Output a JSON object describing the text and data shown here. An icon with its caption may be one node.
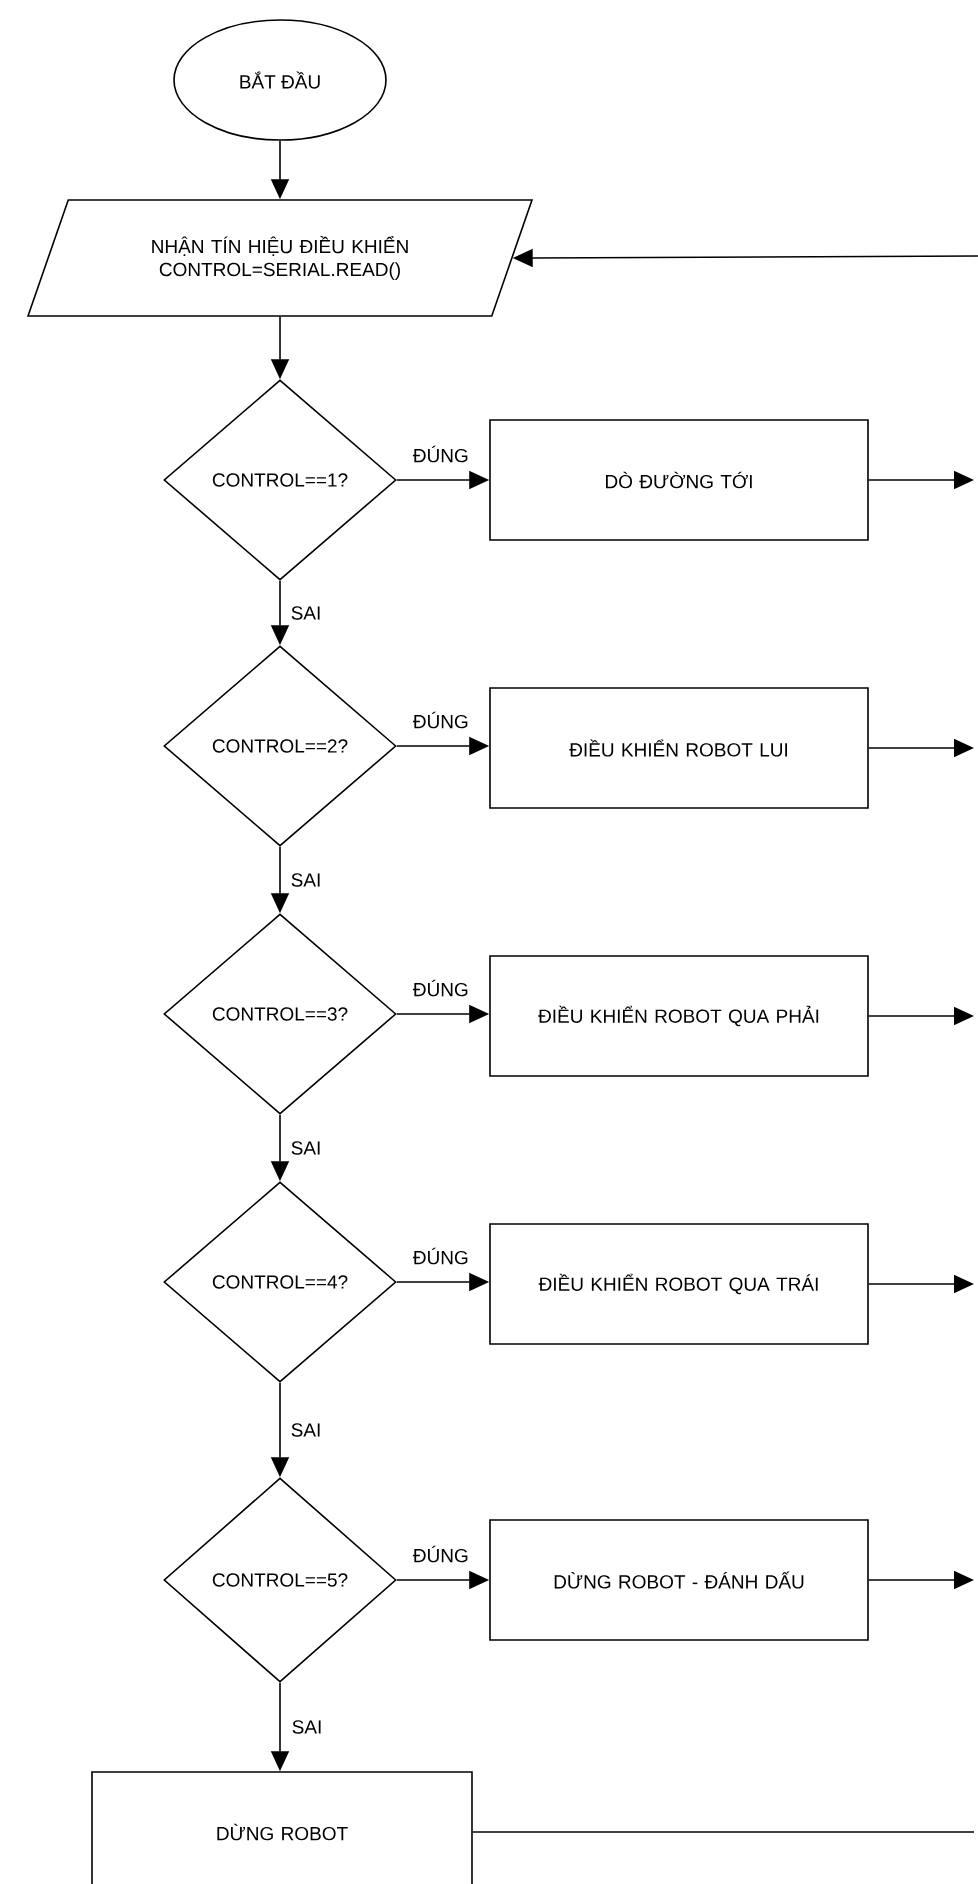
{
  "diagram": {
    "nodes": [
      {
        "text": [
          "BẮT ĐẦU"
        ]
      },
      {
        "text": [
          "NHẬN TÍN HIỆU ĐIỀU KHIỂN CONTROL=SERIAL.READ()"
        ]
      },
      {
        "text": [
          "CONTROL==1?"
        ]
      },
      {
        "text": [
          "DÒ ĐƯỜNG TỚI"
        ]
      },
      {
        "text": [
          "CONTROL==2?"
        ]
      },
      {
        "text": [
          "ĐIỀU KHIỂN ROBOT LUI"
        ]
      },
      {
        "text": [
          "CONTROL==3?"
        ]
      },
      {
        "text": [
          "ĐIỀU KHIỂN ROBOT QUA PHẢI"
        ]
      },
      {
        "text": [
          "CONTROL==4?"
        ]
      },
      {
        "text": [
          "ĐIỀU KHIỂN ROBOT QUA TRÁI"
        ]
      },
      {
        "text": [
          "CONTROL==5?"
        ]
      },
      {
        "text": [
          "DỪNG ROBOT - ĐÁNH DẤU"
        ]
      },
      {
        "text": [
          "DỪNG ROBOT"
        ]
      }
    ],
    "edges": [
      {
        "from": 0,
        "to": 1,
        "arrow": "to"
      },
      {
        "from": 1,
        "to": 2,
        "arrow": "to"
      },
      {
        "from": 2,
        "to": 3,
        "arrow": "to",
        "label": "ĐÚNG"
      },
      {
        "from": 2,
        "to": 4,
        "arrow": "to",
        "label": "SAI"
      },
      {
        "from": 3,
        "to": null,
        "arrow": "to"
      },
      {
        "from": 4,
        "to": 5,
        "arrow": "to",
        "label": "ĐÚNG"
      },
      {
        "from": 4,
        "to": 6,
        "arrow": "to",
        "label": "SAI"
      },
      {
        "from": 5,
        "to": null,
        "arrow": "to"
      },
      {
        "from": 6,
        "to": 7,
        "arrow": "to",
        "label": "ĐÚNG"
      },
      {
        "from": 6,
        "to": 8,
        "arrow": "to",
        "label": "SAI"
      },
      {
        "from": 7,
        "to": null,
        "arrow": "to"
      },
      {
        "from": 8,
        "to": 9,
        "arrow": "to",
        "label": "ĐÚNG"
      },
      {
        "from": 8,
        "to": 10,
        "arrow": "to",
        "label": "SAI"
      },
      {
        "from": 9,
        "to": null,
        "arrow": "to"
      },
      {
        "from": 10,
        "to": 11,
        "arrow": "to",
        "label": "ĐÚNG"
      },
      {
        "from": 10,
        "to": 12,
        "arrow": "to",
        "label": "SAI"
      },
      {
        "from": 11,
        "to": null,
        "arrow": "to"
      },
      {
        "from": 12,
        "to": null,
        "arrow": "none"
      },
      {
        "from": null,
        "to": 1,
        "arrow": "to"
      }
    ]
  }
}
